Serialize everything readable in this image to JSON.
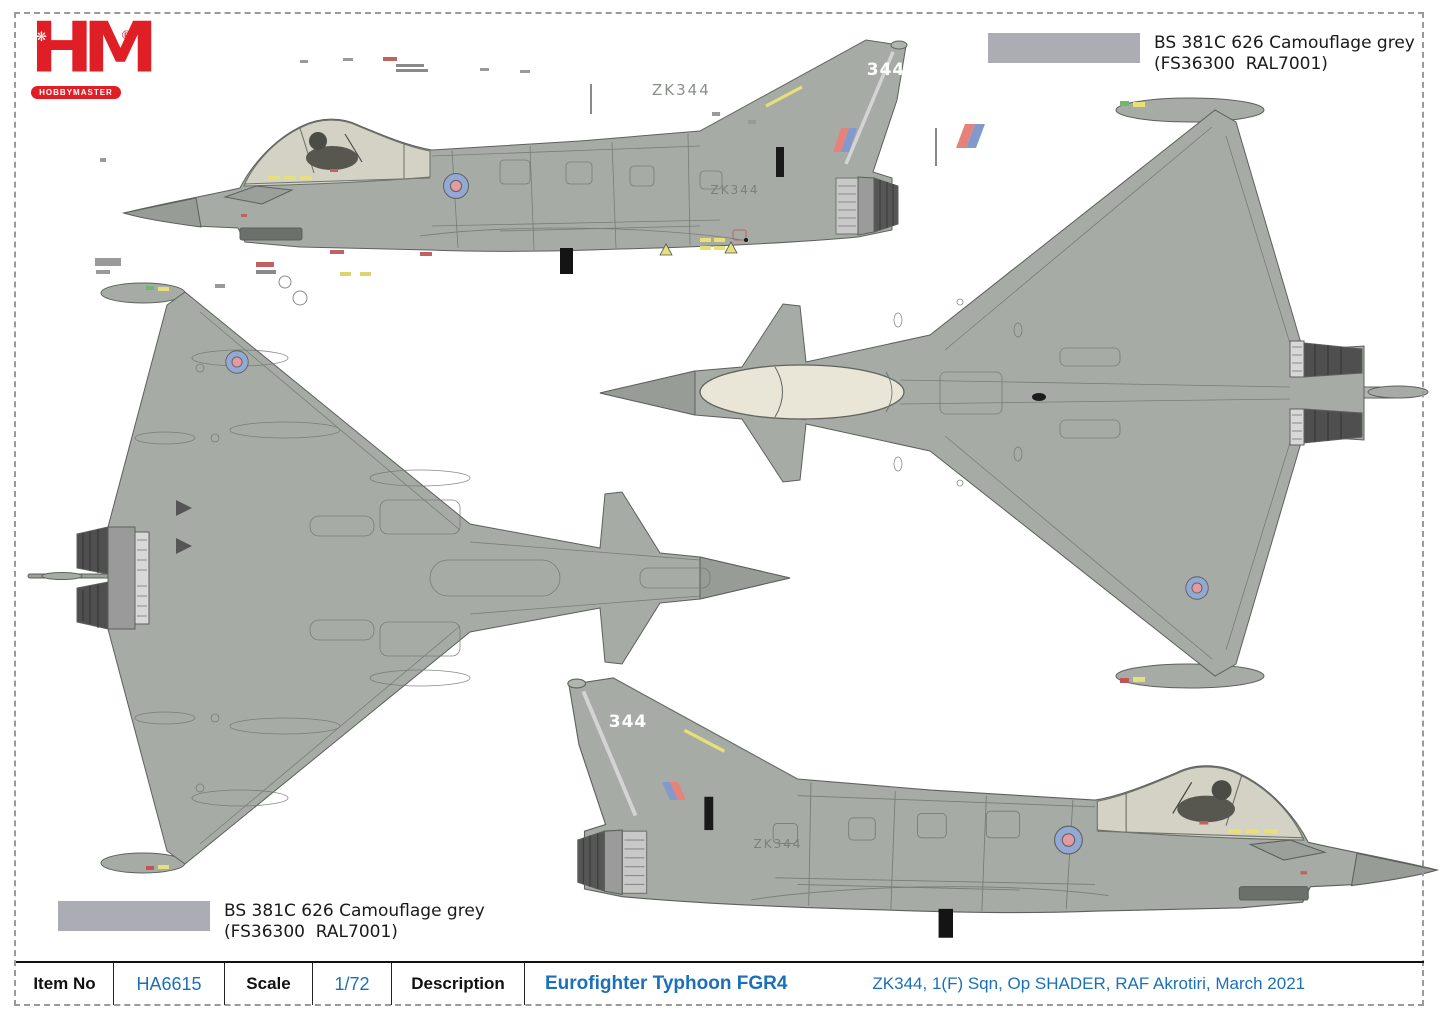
{
  "logo": {
    "monogram": "HM",
    "brand": "HOBBYMASTER",
    "registered_mark": "®",
    "color": "#e01e26"
  },
  "paint_callouts": {
    "top_right": {
      "swatch_color": "#acacb4",
      "line1": "BS 381C 626 Camouflage grey",
      "line2": "(FS36300  RAL7001)"
    },
    "bottom_left": {
      "swatch_color": "#acacb4",
      "line1": "BS 381C 626 Camouflage grey",
      "line2": "(FS36300  RAL7001)"
    }
  },
  "aircraft": {
    "model": "Eurofighter Typhoon FGR4",
    "tail_code": "344",
    "serial": "ZK344",
    "camouflage_color": "#a6aba6",
    "canopy_color": "#e9e6d7",
    "roundel_blue": "#93a9d3",
    "roundel_pink": "#e59aa3",
    "fin_flash_red": "#e5837b",
    "fin_flash_blue": "#8299cc",
    "views": [
      {
        "id": "port-profile",
        "label": "port side profile view"
      },
      {
        "id": "top-plan",
        "label": "upper surfaces plan view"
      },
      {
        "id": "bottom-plan",
        "label": "lower surfaces plan view"
      },
      {
        "id": "starboard-profile",
        "label": "starboard side profile view"
      }
    ]
  },
  "spec_table": {
    "item_no_label": "Item No",
    "item_no_value": "HA6615",
    "scale_label": "Scale",
    "scale_value": "1/72",
    "description_label": "Description",
    "description_value": "Eurofighter Typhoon FGR4",
    "description_detail": "ZK344, 1(F) Sqn, Op SHADER, RAF Akrotiri, March 2021",
    "accent_color": "#1b70b8"
  }
}
